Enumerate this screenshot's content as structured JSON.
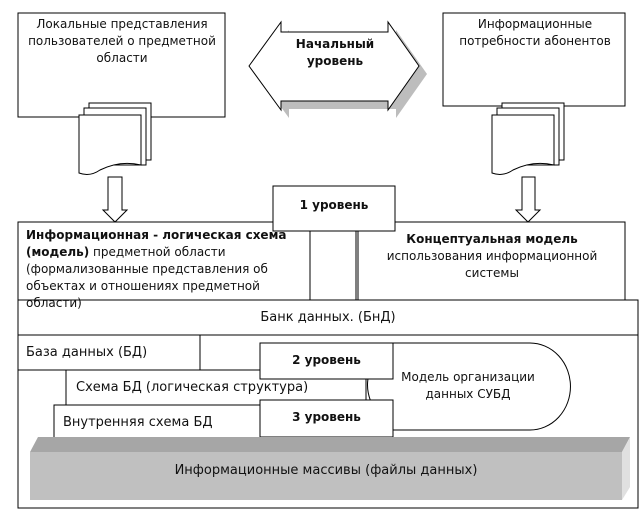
{
  "top": {
    "local_views": "Локальные представления пользователей о предметной области",
    "initial_level": "Начальный уровень",
    "info_needs": "Информационные потребности абонентов"
  },
  "level1": "1 уровень",
  "infological": {
    "bold": "Информационная - логическая схема (модель)",
    "rest": " предметной области (формализованные представления об объектах и отношениях предметной области)"
  },
  "conceptual": {
    "bold": "Концептуальная модель",
    "rest": "использования информационной системы"
  },
  "bank": {
    "title": "Банк данных. (БнД)",
    "database": "База данных (БД)",
    "schema": "Схема БД (логическая структура)",
    "internal": "Внутренняя схема БД",
    "level2": "2 уровень",
    "level3": "3 уровень",
    "dbms_model": "Модель организации данных СУБД",
    "arrays": "Информационные массивы (файлы данных)"
  },
  "colors": {
    "slab": "#c0c0c0",
    "slab_top": "#a6a6a6",
    "shadow": "#bdbdbd"
  }
}
